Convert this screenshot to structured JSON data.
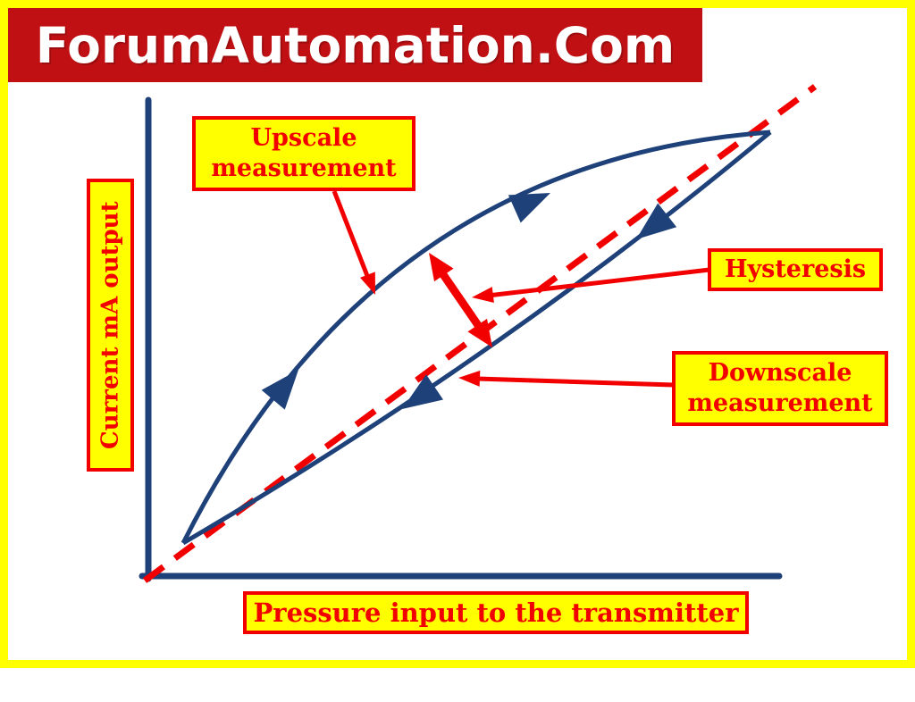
{
  "banner": {
    "text": "ForumAutomation.Com",
    "background_color": "#c01013",
    "text_color": "#ffffff"
  },
  "axes": {
    "y_label": "Current mA output",
    "x_label": "Pressure input to the transmitter"
  },
  "annotations": {
    "upscale": "Upscale measurement",
    "hysteresis": "Hysteresis",
    "downscale": "Downscale measurement"
  },
  "diagram": {
    "type": "hysteresis-loop-illustration",
    "curves": [
      {
        "name": "upscale-measurement-curve",
        "style": "solid",
        "color": "#1f4179",
        "direction": "up-right"
      },
      {
        "name": "downscale-measurement-curve",
        "style": "solid",
        "color": "#1f4179",
        "direction": "down-left"
      },
      {
        "name": "ideal-response-line",
        "style": "dashed",
        "color": "#f20000"
      }
    ],
    "colors": {
      "curve_blue": "#1f4179",
      "annotation_red": "#f20000",
      "callout_background": "#ffff00",
      "page_border": "#ffff00"
    }
  }
}
